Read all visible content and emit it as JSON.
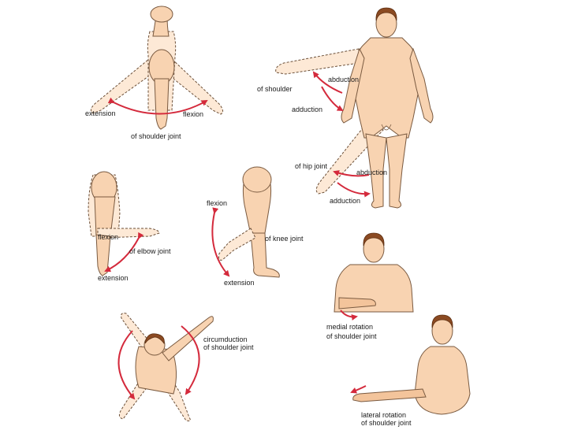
{
  "labels": {
    "shoulder_extension": "extension",
    "shoulder_flexion": "flexion",
    "shoulder_flex_caption": "of shoulder joint",
    "abduction_top": "abduction",
    "of_shoulder": "of shoulder",
    "adduction_top": "adduction",
    "of_hip_joint": "of hip joint",
    "abduction_hip": "abduction",
    "adduction_hip": "adduction",
    "elbow_flexion": "flexion",
    "of_elbow_joint": "of elbow joint",
    "elbow_extension": "extension",
    "knee_flexion": "flexion",
    "of_knee_joint": "of knee joint",
    "knee_extension": "extension",
    "medial_rotation": "medial rotation",
    "medial_rotation_caption": "of shoulder joint",
    "circumduction": "circumduction",
    "circumduction_caption": "of shoulder joint",
    "lateral_rotation": "lateral rotation",
    "lateral_rotation_caption": "of shoulder joint"
  },
  "colors": {
    "arrow": "#d42a3c",
    "skin": "#f8d3b1",
    "ghost_limb": "#fde9d6",
    "hair": "#8b4a22"
  }
}
